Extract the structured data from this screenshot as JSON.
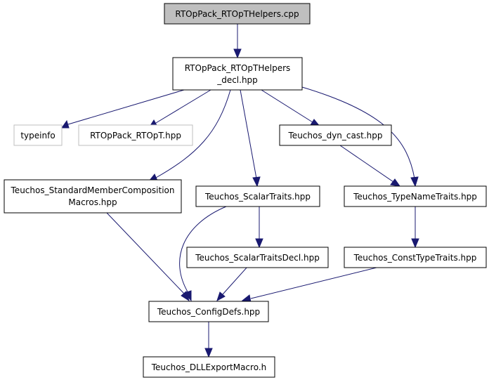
{
  "diagram": {
    "colors": {
      "edge": "#191970",
      "root_fill": "#bfbfbf",
      "node_border": "#000000",
      "external_border": "#bfbfbf"
    },
    "nodes": {
      "root": {
        "label": "RTOpPack_RTOpTHelpers.cpp"
      },
      "decl": {
        "line1": "RTOpPack_RTOpTHelpers",
        "line2": "_decl.hpp"
      },
      "typeinfo": {
        "label": "typeinfo"
      },
      "rtopt": {
        "label": "RTOpPack_RTOpT.hpp"
      },
      "dyncast": {
        "label": "Teuchos_dyn_cast.hpp"
      },
      "stdmember": {
        "line1": "Teuchos_StandardMemberComposition",
        "line2": "Macros.hpp"
      },
      "scalartraits": {
        "label": "Teuchos_ScalarTraits.hpp"
      },
      "typenametraits": {
        "label": "Teuchos_TypeNameTraits.hpp"
      },
      "scalartraitsdecl": {
        "label": "Teuchos_ScalarTraitsDecl.hpp"
      },
      "consttypetraits": {
        "label": "Teuchos_ConstTypeTraits.hpp"
      },
      "configdefs": {
        "label": "Teuchos_ConfigDefs.hpp"
      },
      "dllexport": {
        "label": "Teuchos_DLLExportMacro.h"
      }
    }
  }
}
